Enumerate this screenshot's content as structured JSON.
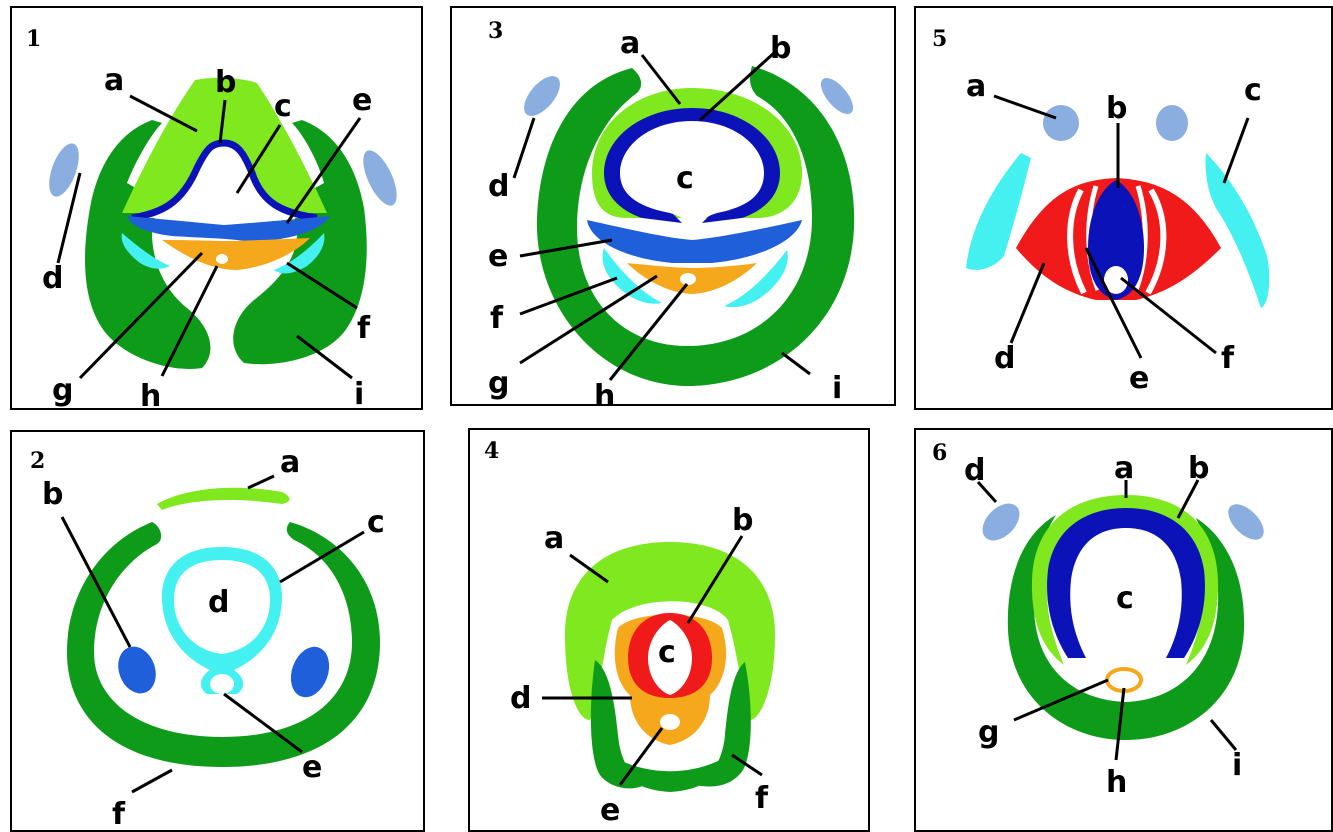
{
  "colors": {
    "light_green": "#7fe81e",
    "dark_green": "#0f9b1a",
    "dark_blue": "#0a12b8",
    "mid_blue": "#1f5fd9",
    "pale_blue": "#8aaee0",
    "cyan": "#45f0f0",
    "orange": "#f6a81c",
    "red": "#f01a1a"
  },
  "panels": [
    {
      "number": "1",
      "labels": {
        "a": "a",
        "b": "b",
        "c": "c",
        "d": "d",
        "e": "e",
        "f": "f",
        "g": "g",
        "h": "h",
        "i": "i"
      }
    },
    {
      "number": "2",
      "labels": {
        "a": "a",
        "b": "b",
        "c": "c",
        "d": "d",
        "e": "e",
        "f": "f"
      }
    },
    {
      "number": "3",
      "labels": {
        "a": "a",
        "b": "b",
        "c": "c",
        "d": "d",
        "e": "e",
        "f": "f",
        "g": "g",
        "h": "h",
        "i": "i"
      }
    },
    {
      "number": "4",
      "labels": {
        "a": "a",
        "b": "b",
        "c": "c",
        "d": "d",
        "e": "e",
        "f": "f"
      }
    },
    {
      "number": "5",
      "labels": {
        "a": "a",
        "b": "b",
        "c": "c",
        "d": "d",
        "e": "e",
        "f": "f"
      }
    },
    {
      "number": "6",
      "labels": {
        "a": "a",
        "b": "b",
        "c": "c",
        "d": "d",
        "g": "g",
        "h": "h",
        "i": "i"
      }
    }
  ]
}
